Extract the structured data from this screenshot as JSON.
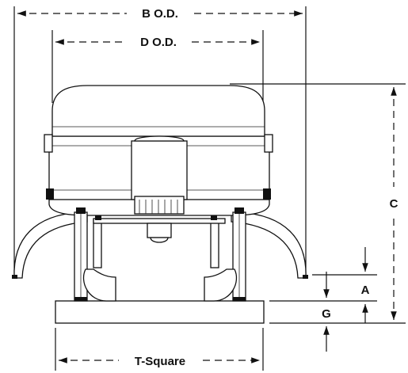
{
  "labels": {
    "b_od": "B O.D.",
    "d_od": "D O.D.",
    "c": "C",
    "a": "A",
    "g": "G",
    "t_square": "T-Square"
  }
}
